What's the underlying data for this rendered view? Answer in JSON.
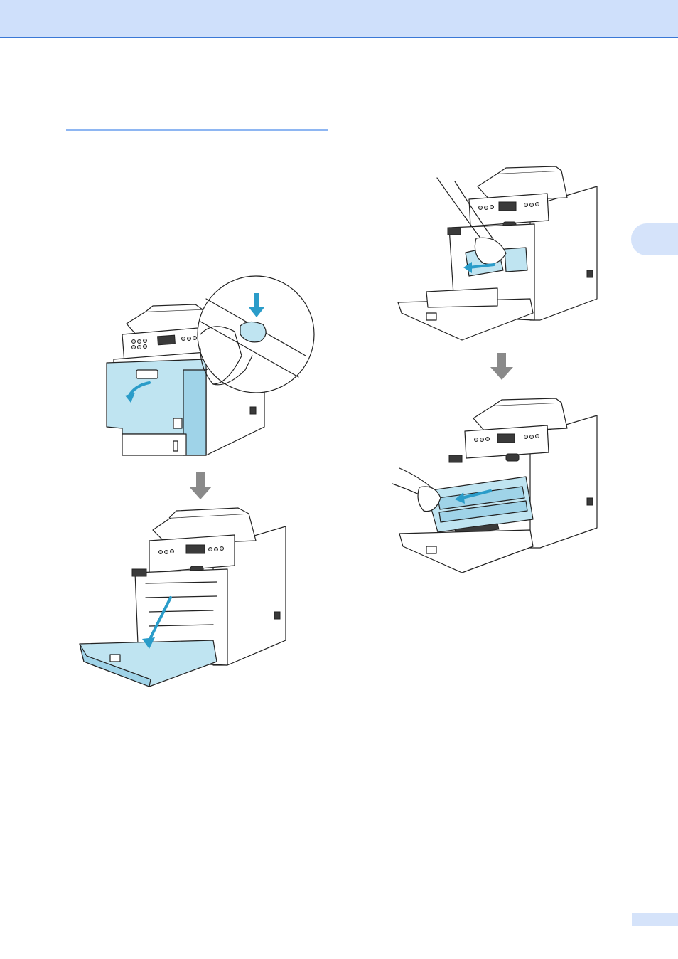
{
  "page": {
    "header_band_color": "#cfe0fb",
    "header_line_color": "#3a78d6",
    "section_rule_color": "#8eb6f2",
    "chapter_tab_color": "#d5e3fa",
    "page_tab_color": "#d5e3fa"
  },
  "figures": [
    {
      "name": "press-front-cover-release-button",
      "icon": "printer-closed-with-magnified-button"
    },
    {
      "name": "open-front-cover",
      "icon": "printer-front-cover-open"
    },
    {
      "name": "push-lever-drum-unit",
      "icon": "printer-hand-on-drum-lever"
    },
    {
      "name": "pull-out-drum-unit",
      "icon": "printer-drum-unit-pulled-out"
    }
  ],
  "step_arrows": [
    {
      "name": "down-arrow-left",
      "color": "#8a8a8a"
    },
    {
      "name": "down-arrow-right",
      "color": "#8a8a8a"
    }
  ],
  "accent_color": "#2a9cc9"
}
